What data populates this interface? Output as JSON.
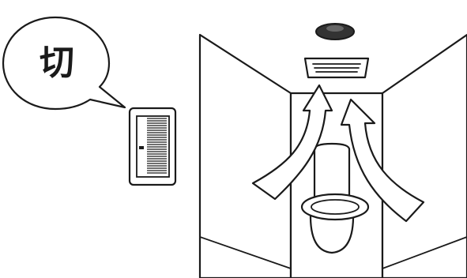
{
  "illustration": {
    "speech_bubble_text": "切",
    "icons": [
      "speech-bubble",
      "wall-switch",
      "ceiling-light",
      "ventilation-fan",
      "airflow-arrow",
      "toilet"
    ],
    "colors": {
      "line": "#1a1a1a",
      "background": "#ffffff",
      "light_shade": "#333333"
    }
  }
}
